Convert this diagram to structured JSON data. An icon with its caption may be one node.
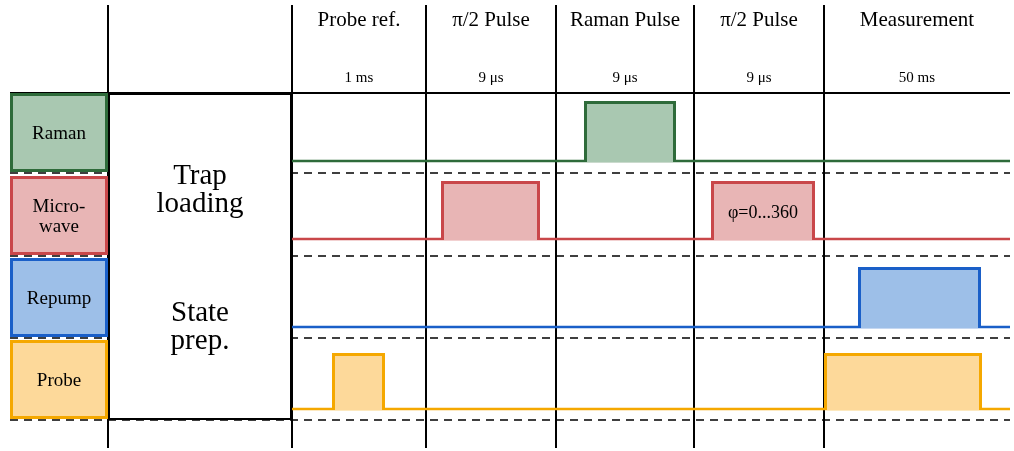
{
  "diagram": {
    "nodes": [
      {
        "text": [
          "Raman"
        ]
      },
      {
        "text": [
          "Micro-wave"
        ]
      },
      {
        "text": [
          "Repump"
        ]
      },
      {
        "text": [
          "Probe"
        ]
      },
      {
        "text": [
          "Trap loading",
          "State prep."
        ]
      },
      {
        "text": [],
        "shape": "box"
      },
      {
        "text": [],
        "shape": "box"
      },
      {
        "text": [
          "φ=0...360"
        ]
      },
      {
        "text": [],
        "shape": "box"
      },
      {
        "text": [],
        "shape": "box"
      },
      {
        "text": [],
        "shape": "box"
      }
    ],
    "labels": [
      "Probe ref.",
      "1 ms",
      "π/2 Pulse",
      "9 μs",
      "Raman Pulse",
      "9 μs",
      "π/2 Pulse",
      "9 μs",
      "Measurement",
      "50 ms"
    ]
  }
}
